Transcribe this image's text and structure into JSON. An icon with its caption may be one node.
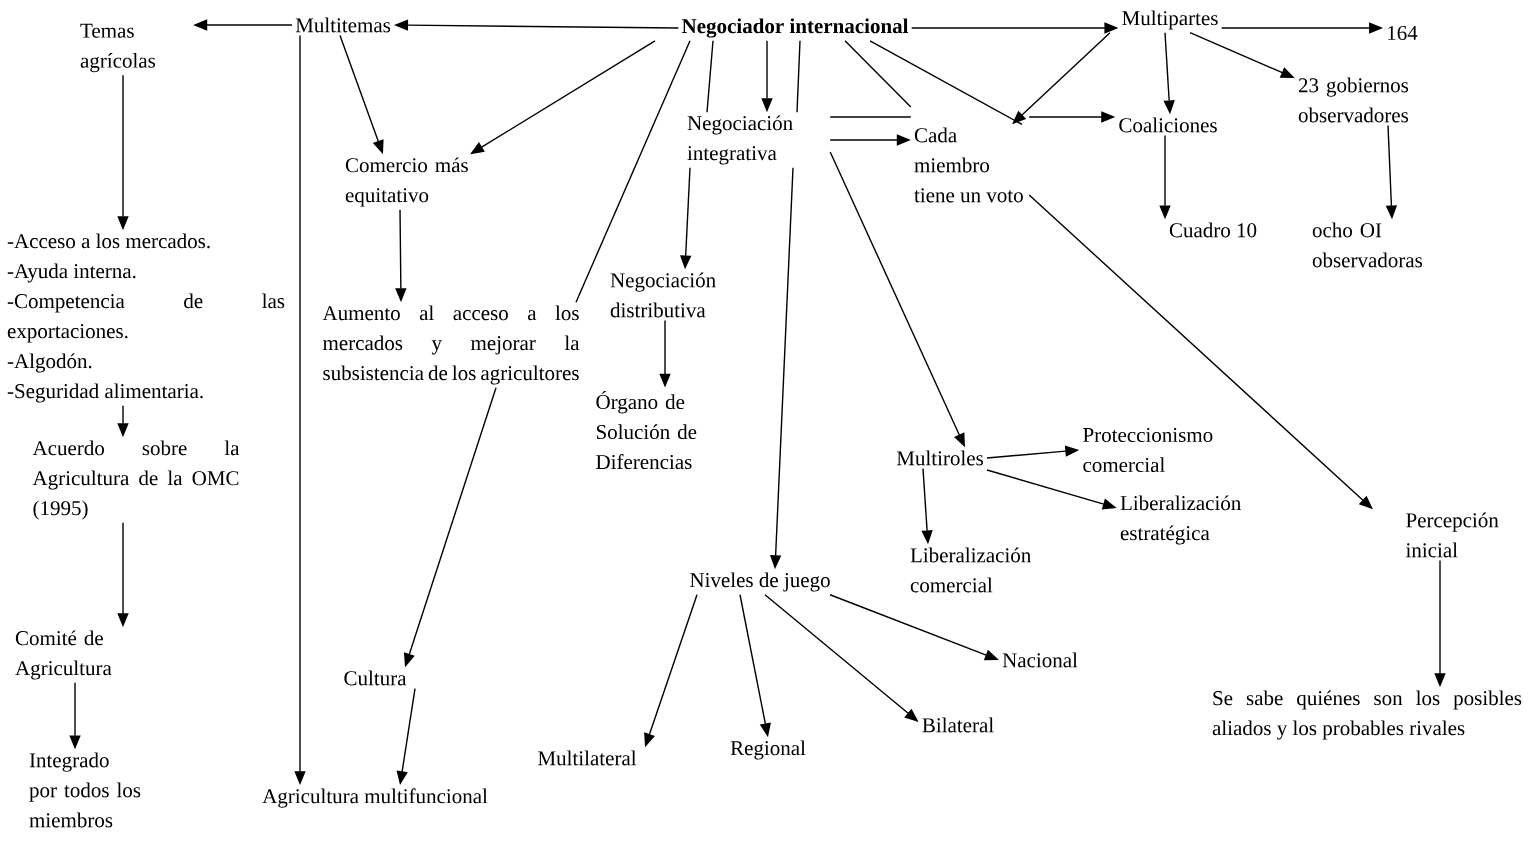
{
  "diagram": {
    "nodes": [
      {
        "text": [
          "Temas agrícolas"
        ]
      },
      {
        "text": [
          "Multitemas"
        ]
      },
      {
        "text": [
          "Negociador internacional"
        ]
      },
      {
        "text": [
          "Multipartes"
        ]
      },
      {
        "text": [
          "164"
        ]
      },
      {
        "text": [
          "Comercio más equitativo"
        ]
      },
      {
        "text": [
          "Negociación integrativa"
        ]
      },
      {
        "text": [
          "Cada miembro tiene un voto"
        ]
      },
      {
        "text": [
          "Coaliciones"
        ]
      },
      {
        "text": [
          "23 gobiernos observadores"
        ]
      },
      {
        "text": [
          "-Acceso a los mercados.",
          "-Ayuda interna.",
          "-Competencia de las exportaciones.",
          "-Algodón.",
          "-Seguridad alimentaria."
        ]
      },
      {
        "text": [
          "Aumento al acceso a los mercados y mejorar la subsistencia de los agricultores"
        ]
      },
      {
        "text": [
          "Negociación distributiva"
        ]
      },
      {
        "text": [
          "Cuadro 10"
        ]
      },
      {
        "text": [
          "ocho OI observadoras"
        ]
      },
      {
        "text": [
          "Órgano de Solución de Diferencias"
        ]
      },
      {
        "text": [
          "Acuerdo sobre la Agricultura de la OMC (1995)"
        ]
      },
      {
        "text": [
          "Multiroles"
        ]
      },
      {
        "text": [
          "Proteccionismo comercial"
        ]
      },
      {
        "text": [
          "Liberalización estratégica"
        ]
      },
      {
        "text": [
          "Percepción inicial"
        ]
      },
      {
        "text": [
          "Liberalización comercial"
        ]
      },
      {
        "text": [
          "Niveles de juego"
        ]
      },
      {
        "text": [
          "Comité de Agricultura"
        ]
      },
      {
        "text": [
          "Cultura"
        ]
      },
      {
        "text": [
          "Nacional"
        ]
      },
      {
        "text": [
          "Bilateral"
        ]
      },
      {
        "text": [
          "Multilateral"
        ]
      },
      {
        "text": [
          "Regional"
        ]
      },
      {
        "text": [
          "Se sabe quiénes son los posibles aliados y los probables rivales"
        ]
      },
      {
        "text": [
          "Integrado por todos los miembros"
        ]
      },
      {
        "text": [
          "Agricultura multifuncional"
        ]
      }
    ],
    "edges": [
      {
        "from": 2,
        "to": 1,
        "arrow": "to"
      },
      {
        "from": 1,
        "to": 0,
        "arrow": "to"
      },
      {
        "from": 2,
        "to": 3,
        "arrow": "to"
      },
      {
        "from": 3,
        "to": 4,
        "arrow": "to"
      },
      {
        "from": 3,
        "to": 7,
        "arrow": "to"
      },
      {
        "from": 3,
        "to": 8,
        "arrow": "to"
      },
      {
        "from": 3,
        "to": 9,
        "arrow": "to"
      },
      {
        "from": 1,
        "to": 5,
        "arrow": "to"
      },
      {
        "from": 2,
        "to": 5,
        "arrow": "to"
      },
      {
        "from": 2,
        "to": 11,
        "arrow": "none"
      },
      {
        "from": 2,
        "to": 6,
        "arrow": "none"
      },
      {
        "from": 2,
        "to": 6,
        "arrow": "to"
      },
      {
        "from": 2,
        "to": 6,
        "arrow": "none"
      },
      {
        "from": 2,
        "to": 7,
        "arrow": "none"
      },
      {
        "from": 2,
        "to": 7,
        "arrow": "none"
      },
      {
        "from": 6,
        "to": 7,
        "arrow": "none"
      },
      {
        "from": 6,
        "to": 7,
        "arrow": "to"
      },
      {
        "from": 6,
        "to": 22,
        "arrow": "to"
      },
      {
        "from": 6,
        "to": 17,
        "arrow": "to"
      },
      {
        "from": 6,
        "to": 12,
        "arrow": "to"
      },
      {
        "from": 7,
        "to": 8,
        "arrow": "to"
      },
      {
        "from": 7,
        "to": 20,
        "arrow": "to"
      },
      {
        "from": 8,
        "to": 13,
        "arrow": "to"
      },
      {
        "from": 9,
        "to": 14,
        "arrow": "to"
      },
      {
        "from": 5,
        "to": 11,
        "arrow": "to"
      },
      {
        "from": 11,
        "to": 24,
        "arrow": "to"
      },
      {
        "from": 24,
        "to": 31,
        "arrow": "to"
      },
      {
        "from": 1,
        "to": 31,
        "arrow": "to"
      },
      {
        "from": 0,
        "to": 10,
        "arrow": "to"
      },
      {
        "from": 10,
        "to": 16,
        "arrow": "to"
      },
      {
        "from": 16,
        "to": 23,
        "arrow": "to"
      },
      {
        "from": 23,
        "to": 30,
        "arrow": "to"
      },
      {
        "from": 12,
        "to": 15,
        "arrow": "to"
      },
      {
        "from": 17,
        "to": 18,
        "arrow": "to"
      },
      {
        "from": 17,
        "to": 19,
        "arrow": "to"
      },
      {
        "from": 17,
        "to": 21,
        "arrow": "to"
      },
      {
        "from": 22,
        "to": 27,
        "arrow": "to"
      },
      {
        "from": 22,
        "to": 28,
        "arrow": "to"
      },
      {
        "from": 22,
        "to": 26,
        "arrow": "to"
      },
      {
        "from": 22,
        "to": 25,
        "arrow": "to"
      },
      {
        "from": 20,
        "to": 29,
        "arrow": "to"
      }
    ]
  }
}
